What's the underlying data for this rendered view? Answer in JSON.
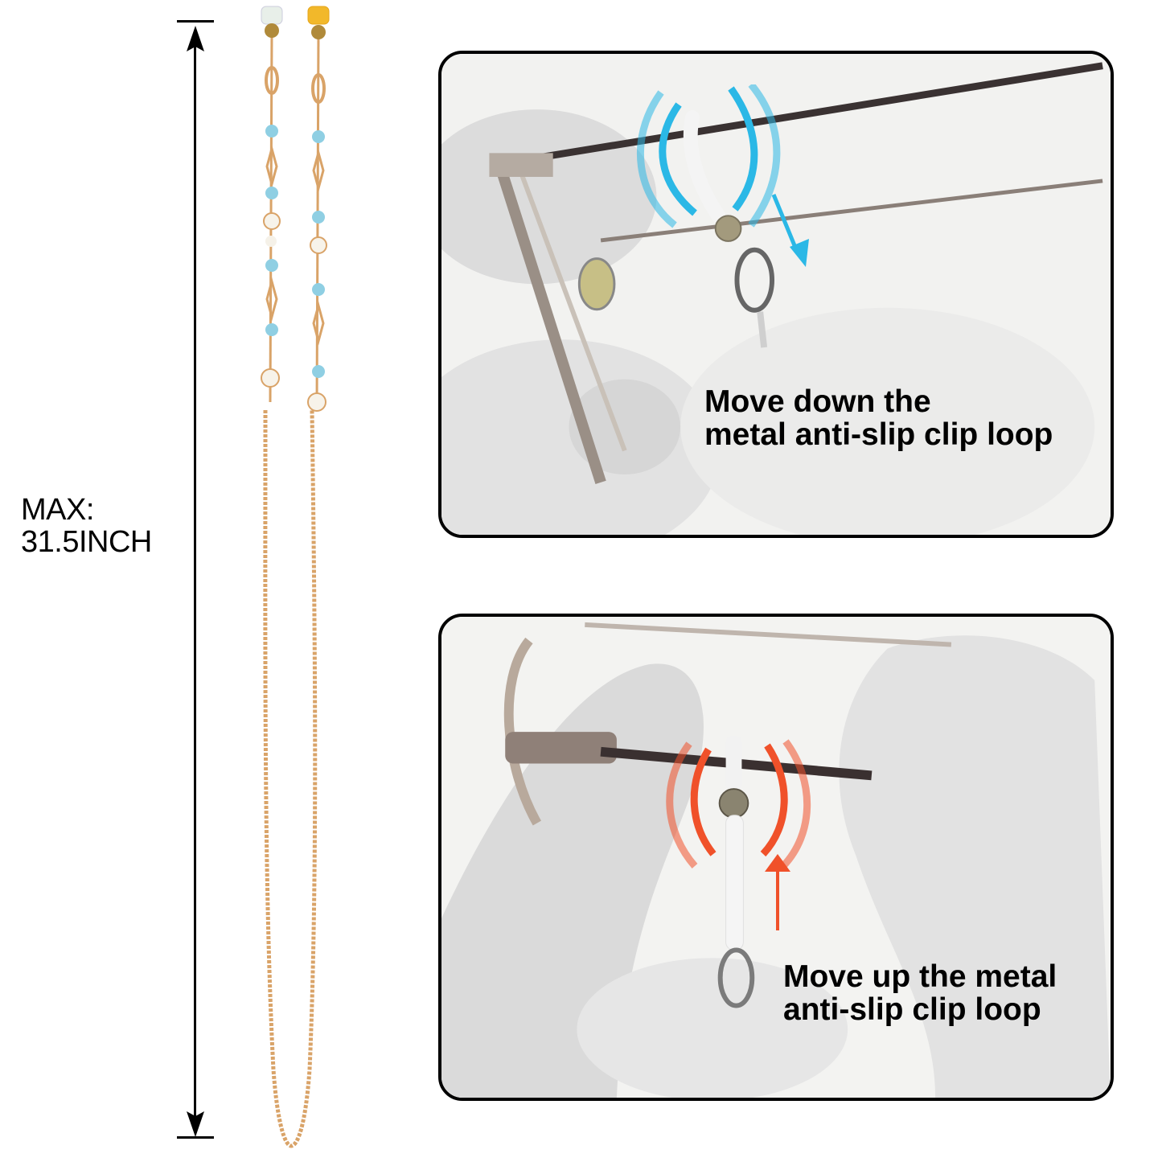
{
  "dimension": {
    "line1": "MAX:",
    "line2": "31.5INCH"
  },
  "product": {
    "name": "beaded-eyeglass-chain",
    "ends": [
      {
        "grip_color": "#e8efe9",
        "label": "white-silicone-loop"
      },
      {
        "grip_color": "#f2b82a",
        "label": "yellow-silicone-loop"
      }
    ],
    "bead_color": "#8fcfe3",
    "chain_color": "#d9a368"
  },
  "panels": [
    {
      "id": "top",
      "caption_line1": "Move down the",
      "caption_line2": "metal anti-slip clip loop",
      "indicator_color": "#2bb8e6",
      "arrow_direction": "down"
    },
    {
      "id": "bottom",
      "caption_line1": "Move up the metal",
      "caption_line2": "anti-slip clip loop",
      "indicator_color": "#f0512a",
      "arrow_direction": "up"
    }
  ]
}
